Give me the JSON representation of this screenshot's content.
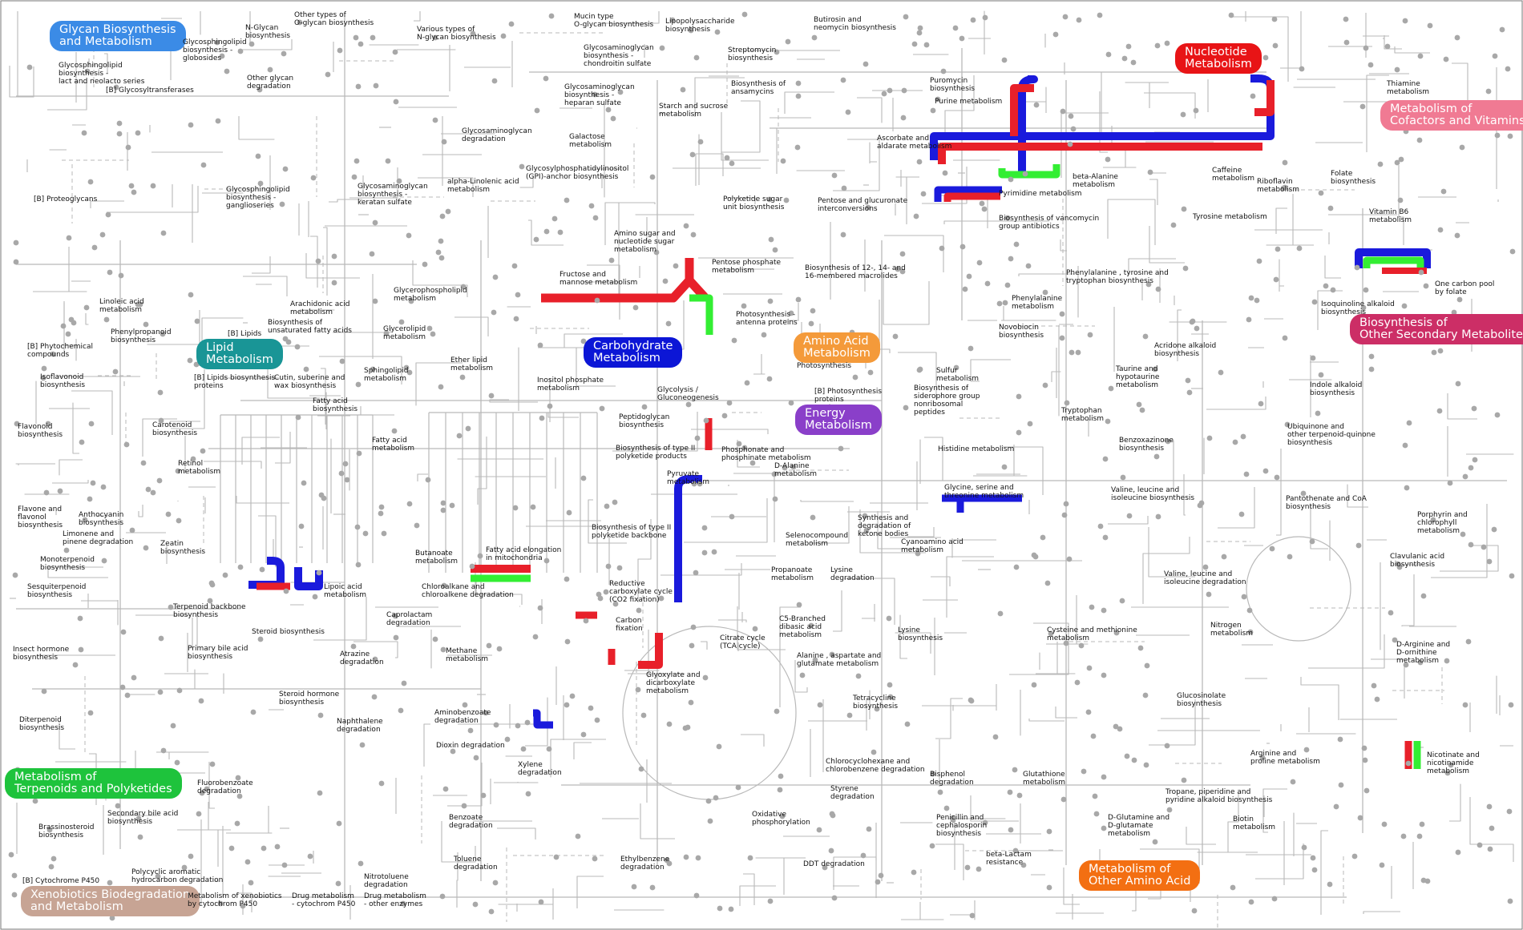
{
  "colors": {
    "line": "#b9b9b9",
    "node": "#a8a8a8",
    "red": "#e8202a",
    "blue": "#1a1adc",
    "green": "#33ee33",
    "glycan": "#3b8be6",
    "nucleotide": "#e81416",
    "cofactors": "#f07a93",
    "biosynth": "#cc2e66",
    "lipid": "#199596",
    "carbohydrate": "#0c16d6",
    "amino": "#f49a3a",
    "energy": "#8a3fc9",
    "terpenoids": "#1ec33c",
    "xenobiotics": "#c7a494",
    "otheramino": "#f36f12"
  },
  "groups": [
    {
      "id": "glycan",
      "label": "Glycan Biosynthesis\nand Metabolism",
      "color": "#3b8be6"
    },
    {
      "id": "nucleotide",
      "label": "Nucleotide\nMetabolism",
      "color": "#e81416"
    },
    {
      "id": "cofactors",
      "label": "Metabolism of\nCofactors and Vitamins",
      "color": "#f07a93"
    },
    {
      "id": "biosynth",
      "label": "Biosynthesis of\nOther Secondary Metabolites",
      "color": "#cc2e66"
    },
    {
      "id": "lipid",
      "label": "Lipid\nMetabolism",
      "color": "#199596"
    },
    {
      "id": "carbohydrate",
      "label": "Carbohydrate\nMetabolism",
      "color": "#0c16d6"
    },
    {
      "id": "amino",
      "label": "Amino Acid\nMetabolism",
      "color": "#f49a3a"
    },
    {
      "id": "energy",
      "label": "Energy\nMetabolism",
      "color": "#8a3fc9"
    },
    {
      "id": "terpenoids",
      "label": "Metabolism of\nTerpenoids and Polyketides",
      "color": "#1ec33c"
    },
    {
      "id": "xenobiotics",
      "label": "Xenobiotics Biodegradation\nand Metabolism",
      "color": "#c7a494"
    },
    {
      "id": "otheramino",
      "label": "Metabolism of\nOther Amino Acid",
      "color": "#f36f12"
    }
  ],
  "pathways": [
    "Glycosphingolipid\nbiosynthesis -\nlact and neolacto series",
    "[B] Glycosyltransferases",
    "[B] Proteoglycans",
    "Glycosphingolipid\nbiosynthesis -\nglobosides",
    "N-Glycan\nbiosynthesis",
    "Other types of\nO-glycan biosynthesis",
    "Other glycan\ndegradation",
    "Various types of\nN-glycan biosynthesis",
    "Mucin type\nO-glycan biosynthesis",
    "Glycosaminoglycan\nbiosynthesis -\nchondroitin sulfate",
    "Lipopolysaccharide\nbiosynthesis",
    "Streptomycin\nbiosynthesis",
    "Butirosin and\nneomycin biosynthesis",
    "Glycosaminoglycan\nbiosynthesis -\nheparan sulfate",
    "Biosynthesis of\nansamycins",
    "Starch and sucrose\nmetabolism",
    "Glycosaminoglycan\ndegradation",
    "Galactose\nmetabolism",
    "Glycosphingolipid\nbiosynthesis -\nganglioseries",
    "Glycosaminoglycan\nbiosynthesis -\nkeratan sulfate",
    "alpha-Linolenic acid\nmetabolism",
    "Glycosylphosphatidylinositol\n(GPI)-anchor biosynthesis",
    "Polyketide sugar\nunit biosynthesis",
    "Pentose and glucuronate\ninterconversions",
    "Amino sugar and\nnucleotide sugar\nmetabolism",
    "Fructose and\nmannose metabolism",
    "Pentose phosphate\nmetabolism",
    "Biosynthesis of 12-, 14- and\n16-membered macrolides",
    "Puromycin\nbiosynthesis",
    "Purine metabolism",
    "Ascorbate and\naldarate metabolism",
    "beta-Alanine\nmetabolism",
    "Pyrimidine metabolism",
    "Caffeine\nmetabolism",
    "Riboflavin\nmetabolism",
    "Thiamine\nmetabolism",
    "Folate\nbiosynthesis",
    "Vitamin B6\nmetabolism",
    "One carbon pool\nby folate",
    "Biosynthesis of vancomycin\ngroup antibiotics",
    "Tyrosine metabolism",
    "Phenylalanine , tyrosine and\ntryptophan biosynthesis",
    "Phenylalanine\nmetabolism",
    "Isoquinoline alkaloid\nbiosynthesis",
    "Novobiocin\nbiosynthesis",
    "Acridone alkaloid\nbiosynthesis",
    "Linoleic acid\nmetabolism",
    "Glycerophospholipid\nmetabolism",
    "Arachidonic acid\nmetabolism",
    "[B] Lipids",
    "Biosynthesis of\nunsaturated fatty acids",
    "Glycerolipid\nmetabolism",
    "Phenylpropanoid\nbiosynthesis",
    "[B] Phytochemical\ncompounds",
    "[B] Lipids biosynthesis\nproteins",
    "Cutin, suberine and\nwax biosynthesis",
    "Sphingolipid\nmetabolism",
    "Ether lipid\nmetabolism",
    "Inositol phosphate\nmetabolism",
    "Photosynthesis -\nantenna proteins",
    "Photosynthesis",
    "Sulfur\nmetabolism",
    "Taurine and\nhypotaurine\nmetabolism",
    "Indole alkaloid\nbiosynthesis",
    "Isoflavonoid\nbiosynthesis",
    "Fatty acid\nbiosynthesis",
    "Glycolysis /\nGluconeogenesis",
    "[B] Photosynthesis\nproteins",
    "Biosynthesis of\nsiderophore group\nnonribosomal\npeptides",
    "Tryptophan\nmetabolism",
    "Ubiquinone and\nother terpenoid-quinone\nbiosynthesis",
    "Flavonoid\nbiosynthesis",
    "Carotenoid\nbiosynthesis",
    "Fatty acid\nmetabolism",
    "Peptidoglycan\nbiosynthesis",
    "Biosynthesis of type II\npolyketide products",
    "Phosphonate and\nphosphinate metabolism",
    "Histidine metabolism",
    "Benzoxazinone\nbiosynthesis",
    "Retinol\nmetabolism",
    "Pyruvate\nmetabolism",
    "D-Alanine\nmetabolism",
    "Glycine, serine and\nthreonine metabolism",
    "Valine, leucine and\nisoleucine biosynthesis",
    "Pantothenate and CoA\nbiosynthesis",
    "Porphyrin and\nchlorophyll\nmetabolism",
    "Flavone and\nflavonol\nbiosynthesis",
    "Anthocyanin\nbiosynthesis",
    "Limonene and\npinene degradation",
    "Zeatin\nbiosynthesis",
    "Biosynthesis of type II\npolyketide backbone",
    "Selenocompound\nmetabolism",
    "Synthesis and\ndegradation of\nketone bodies",
    "Cyanoamino acid\nmetabolism",
    "Clavulanic acid\nbiosynthesis",
    "Monoterpenoid\nbiosynthesis",
    "Butanoate\nmetabolism",
    "Fatty acid elongation\nin mitochondria",
    "Sesquiterpenoid\nbiosynthesis",
    "Lipoic acid\nmetabolism",
    "Chloroalkane and\nchloroalkene degradation",
    "Reductive\ncarboxylate cycle\n(CO2 fixation)",
    "Propanoate\nmetabolism",
    "Lysine\ndegradation",
    "Valine, leucine and\nisoleucine degradation",
    "Terpenoid backbone\nbiosynthesis",
    "Caprolactam\ndegradation",
    "Carbon\nfixation",
    "C5-Branched\ndibasic acid\nmetabolism",
    "Lysine\nbiosynthesis",
    "Cysteine and methionine\nmetabolism",
    "Nitrogen\nmetabolism",
    "D-Arginine and\nD-ornithine\nmetabolism",
    "Insect hormone\nbiosynthesis",
    "Steroid biosynthesis",
    "Primary bile acid\nbiosynthesis",
    "Atrazine\ndegradation",
    "Methane\nmetabolism",
    "Citrate cycle\n(TCA cycle)",
    "Glyoxylate and\ndicarboxylate\nmetabolism",
    "Alanine , aspartate and\nglutamate metabolism",
    "Steroid hormone\nbiosynthesis",
    "Aminobenzoate\ndegradation",
    "Tetracycline\nbiosynthesis",
    "Glucosinolate\nbiosynthesis",
    "Diterpenoid\nbiosynthesis",
    "Naphthalene\ndegradation",
    "Dioxin degradation",
    "Arginine and\nproline metabolism",
    "Nicotinate and\nnicotinamide\nmetabolism",
    "Xylene\ndegradation",
    "Chlorocyclohexane and\nchlorobenzene degradation",
    "Bisphenol\ndegradation",
    "Glutathione\nmetabolism",
    "Tropane, piperidine and\npyridine alkaloid biosynthesis",
    "Fluorobenzoate\ndegradation",
    "Styrene\ndegradation",
    "Secondary bile acid\nbiosynthesis",
    "Benzoate\ndegradation",
    "Oxidative\nphosphorylation",
    "Penicillin and\ncephalosporin\nbiosynthesis",
    "D-Glutamine and\nD-glutamate\nmetabolism",
    "Biotin\nmetabolism",
    "Brassinosteroid\nbiosynthesis",
    "Toluene\ndegradation",
    "Ethylbenzene\ndegradation",
    "DDT degradation",
    "beta-Lactam\nresistance",
    "Polycyclic aromatic\nhydrocarbon degradation",
    "[B] Cytochrome P450",
    "Nitrotoluene\ndegradation",
    "Metabolism of xenobiotics\nby cytochrom P450",
    "Drug metabolism\n- cytochrom P450",
    "Drug metabolism\n- other enzymes"
  ]
}
